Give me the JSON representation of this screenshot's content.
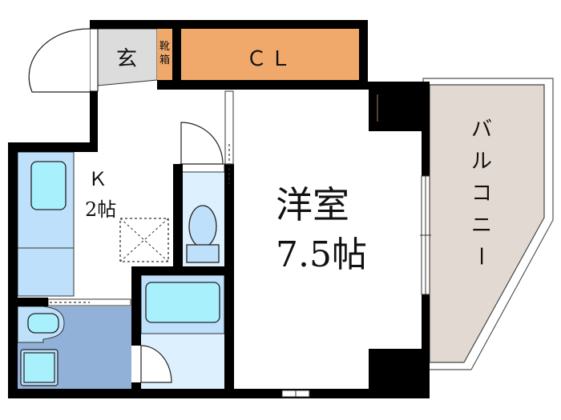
{
  "floorplan": {
    "title": "1K Floor Plan",
    "colors": {
      "wall": "#000000",
      "storage": "#F0A96A",
      "entrance": "#DCDCDC",
      "wet_area": "#BFE0FA",
      "fixture": "#A9F0FD",
      "washroom": "#91B1D8",
      "bath_floor": "#DDF0FD",
      "balcony": "#E2DAD2",
      "floor": "#FFFFFF"
    },
    "rooms": {
      "entrance": {
        "label": "玄"
      },
      "shoe_box": {
        "label_line1": "靴",
        "label_line2": "箱"
      },
      "closet": {
        "label": "ＣＬ"
      },
      "kitchen": {
        "label_line1": "Ｋ",
        "label_line2": "2帖"
      },
      "western_room": {
        "label_line1": "洋室",
        "label_line2": "7.5帖"
      },
      "balcony": {
        "label_chars": [
          "バ",
          "ル",
          "コ",
          "ニ",
          "ー"
        ]
      },
      "toilet": {
        "label": ""
      },
      "bathroom": {
        "label": ""
      },
      "washroom": {
        "label": ""
      }
    }
  }
}
